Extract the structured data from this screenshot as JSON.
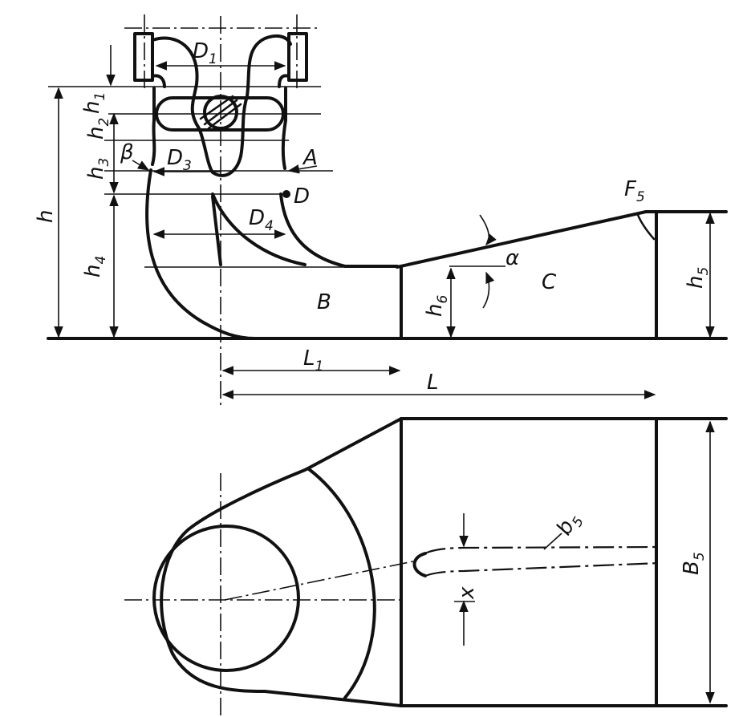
{
  "labels": {
    "D1": {
      "main": "D",
      "sub": "1"
    },
    "h1": {
      "main": "h",
      "sub": "1"
    },
    "h2": {
      "main": "h",
      "sub": "2"
    },
    "h3": {
      "main": "h",
      "sub": "3"
    },
    "h4": {
      "main": "h",
      "sub": "4"
    },
    "h5": {
      "main": "h",
      "sub": "5"
    },
    "h6": {
      "main": "h",
      "sub": "6"
    },
    "D3": {
      "main": "D",
      "sub": "3"
    },
    "D4": {
      "main": "D",
      "sub": "4"
    },
    "F5": {
      "main": "F",
      "sub": "5"
    },
    "L1": {
      "main": "L",
      "sub": "1"
    },
    "b5": {
      "main": "b",
      "sub": "5"
    },
    "B5": {
      "main": "B",
      "sub": "5"
    },
    "h": "h",
    "beta": "β",
    "A": "A",
    "D": "D",
    "alpha": "α",
    "B": "B",
    "C": "C",
    "L": "L",
    "x": "x"
  }
}
